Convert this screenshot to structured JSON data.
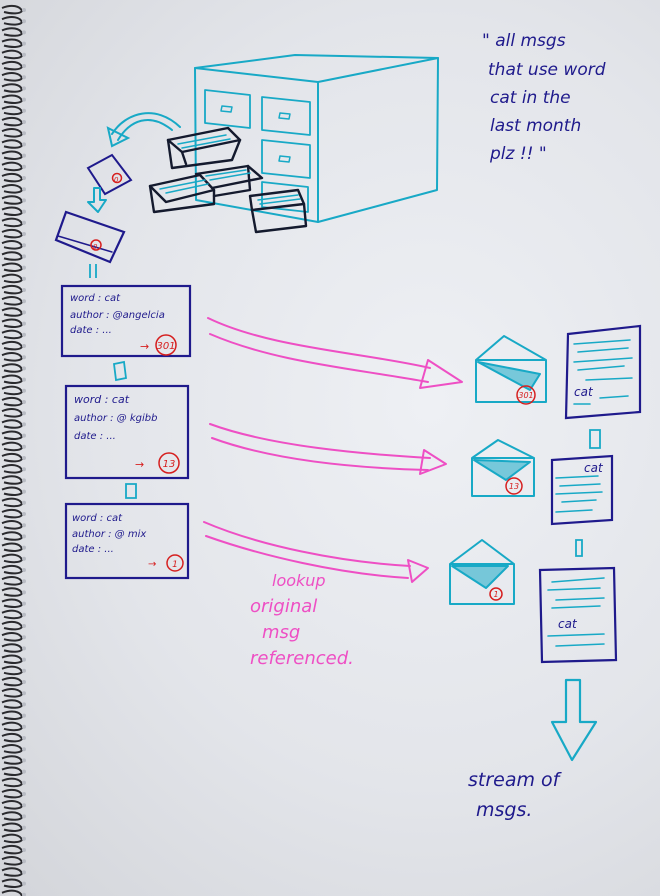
{
  "quote": {
    "lines": [
      "\" all msgs",
      "that use word",
      "cat in the",
      "last month",
      "plz !! \""
    ]
  },
  "index_records": [
    {
      "word": "word : cat",
      "author": "author : @angelcia",
      "date": "date : ...",
      "ref": "301"
    },
    {
      "word": "word : cat",
      "author": "author : @ kgibb",
      "date": "date :   ...",
      "ref": "13"
    },
    {
      "word": "word : cat",
      "author": "author : @ mix",
      "date": "date : ...",
      "ref": "1"
    }
  ],
  "envelopes": [
    "301",
    "13",
    "1"
  ],
  "documents": [
    "cat",
    "cat",
    "cat"
  ],
  "card_refs": [
    "0",
    "0"
  ],
  "lookup_note": [
    "lookup",
    "original",
    "msg",
    "referenced."
  ],
  "stream_label": [
    "stream  of",
    "msgs."
  ],
  "colors": {
    "navy": "#1f1a8c",
    "teal": "#18a9c6",
    "magenta": "#ee4fc4",
    "red": "#d61f1f",
    "ink": "#141a2e"
  }
}
